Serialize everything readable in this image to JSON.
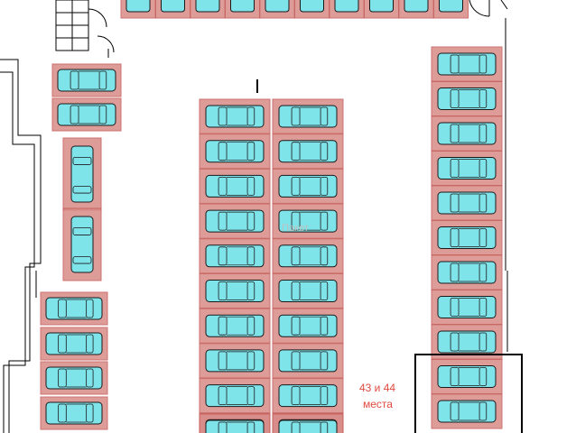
{
  "plan": {
    "center_label": "Пакет",
    "spot_note_line1": "43 и 44",
    "spot_note_line2": "места"
  },
  "colors": {
    "bay_fill": "#d98b88",
    "bay_stroke": "#c45a56",
    "car_fill": "#7fe3ea",
    "car_stroke": "#1a1a1a",
    "wall": "#000000",
    "note_text": "#e0493f",
    "highlight_box": "#000000"
  }
}
